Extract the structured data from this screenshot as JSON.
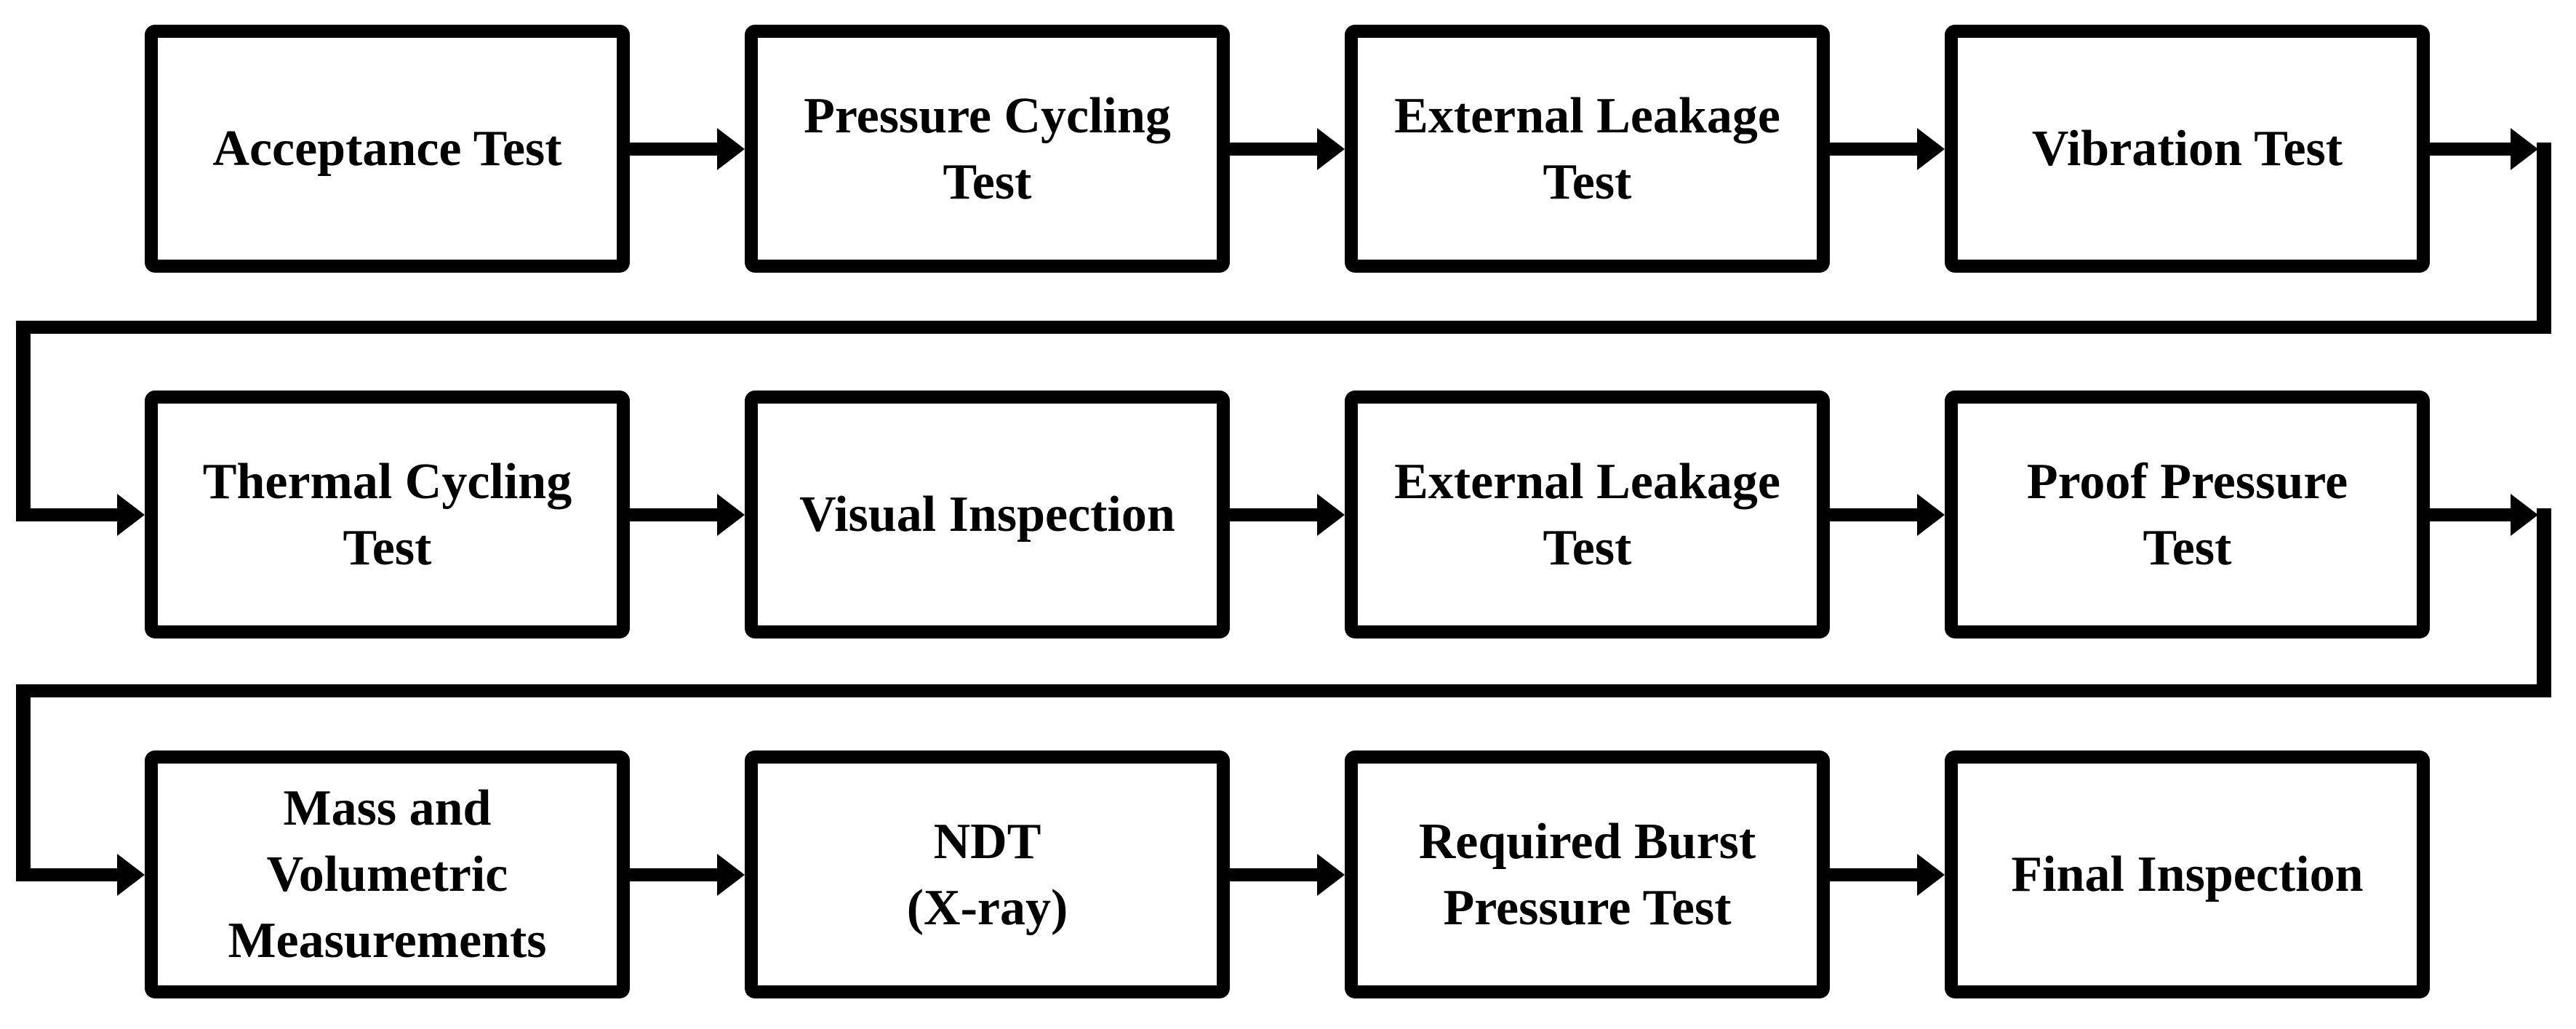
{
  "diagram": {
    "type": "flowchart",
    "background_color": "#ffffff",
    "line_color": "#000000",
    "rows": [
      {
        "boxes": [
          {
            "id": "acceptance-test",
            "label": [
              "Acceptance Test"
            ]
          },
          {
            "id": "pressure-cycling-test",
            "label": [
              "Pressure Cycling",
              "Test"
            ]
          },
          {
            "id": "external-leakage-test-1",
            "label": [
              "External Leakage",
              "Test"
            ]
          },
          {
            "id": "vibration-test",
            "label": [
              "Vibration Test"
            ]
          }
        ]
      },
      {
        "boxes": [
          {
            "id": "thermal-cycling-test",
            "label": [
              "Thermal Cycling",
              "Test"
            ]
          },
          {
            "id": "visual-inspection",
            "label": [
              "Visual Inspection"
            ]
          },
          {
            "id": "external-leakage-test-2",
            "label": [
              "External Leakage",
              "Test"
            ]
          },
          {
            "id": "proof-pressure-test",
            "label": [
              "Proof Pressure",
              "Test"
            ]
          }
        ]
      },
      {
        "boxes": [
          {
            "id": "mass-volumetric-measurements",
            "label": [
              "Mass and",
              "Volumetric",
              "Measurements"
            ]
          },
          {
            "id": "ndt-xray",
            "label": [
              "NDT",
              "(X-ray)"
            ]
          },
          {
            "id": "required-burst-pressure-test",
            "label": [
              "Required Burst",
              "Pressure Test"
            ]
          },
          {
            "id": "final-inspection",
            "label": [
              "Final Inspection"
            ]
          }
        ]
      }
    ],
    "flow_order": [
      "Acceptance Test",
      "Pressure Cycling Test",
      "External Leakage Test",
      "Vibration Test",
      "Thermal Cycling Test",
      "Visual Inspection",
      "External Leakage Test",
      "Proof Pressure Test",
      "Mass and Volumetric Measurements",
      "NDT (X-ray)",
      "Required Burst Pressure Test",
      "Final Inspection"
    ]
  }
}
